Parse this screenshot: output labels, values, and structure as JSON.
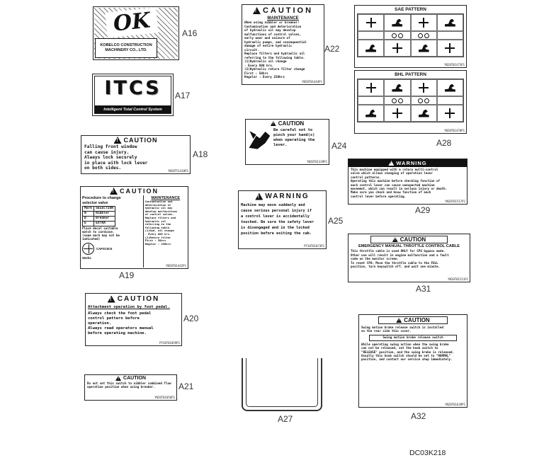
{
  "page": {
    "doc_number": "DC03K218"
  },
  "a16": {
    "ref": "A16",
    "logo": "OK",
    "company": "KOBELCO CONSTRUCTION\nMACHINERY CO., LTD."
  },
  "a17": {
    "ref": "A17",
    "logo": "ITCS",
    "subtitle": "Intelligent Total Control System"
  },
  "a18": {
    "ref": "A18",
    "header": "CAUTION",
    "body": "Falling front window\ncan cause injury.\nAlways lock securely\nin place with lock lever\non both sides.",
    "part_no": "YN20T51418P1"
  },
  "a19": {
    "ref": "A19",
    "header": "CAUTION",
    "left_title": "Procedure to change\nselector valve",
    "table": {
      "col_mark": "Mark",
      "col_selection": "SELECTION",
      "rows": [
        [
          "N",
          "Nibbler"
        ],
        [
          "B",
          "Breaker"
        ],
        [
          "E",
          "EXTRA"
        ]
      ]
    },
    "note": "Place decal suitable\nmatch to cardcase.\n(some mark may not be\nindicated)",
    "dial_label": "CAPSC6C6",
    "works_label": "Works",
    "right_title": "MAINTENANCE",
    "right_text": "Contamination and\ndeterioration of\nhydraulic oil may\ndevelop malfunctions\nof control valves.\nReplace filters and\nhydraulic oil\nreferring to the\nfollowing table.\n(1)Hyd. oil change\n· Every 600 hrs.\n(2)Return filter\nFirst : 50hrs\nRegular : 250hrs",
    "part_no": "YN20T01442P1"
  },
  "a20": {
    "ref": "A20",
    "header": "CAUTION",
    "title": "Attachment operation by foot pedal.",
    "body": "Always check the foot pedal\ncontrol pattern before\noperation.\nAlways read operators manual\nbefore operating machine.",
    "part_no": "PY20T01059P1"
  },
  "a21": {
    "ref": "A21",
    "header": "CAUTION",
    "body": "Do not set this switch to nibbler combined flow\noperation position when using breaker.",
    "part_no": "YN20T01056P1"
  },
  "a22": {
    "ref": "A22",
    "header": "CAUTION",
    "subtitle": "MAINTENANCE",
    "body": "When using nibbler or breaker!\nContamination and deterioration\nof hydraulic oil may develop\nmalfunctions of control valves,\nearly wear and seizure of\nhydraulic pumps, and consequential\ndamage of entire hydraulic\ncircuit.\nReplace filters and hydraulic oil\nreferring to the following table.\n(1)Hydraulic oil change\n· Every 600 hrs.\n(2)Hydraulic return filter change\nFirst : 50hrs\nRegular : Every 250hrs",
    "part_no": "YN20T01444P1"
  },
  "a24": {
    "ref": "A24",
    "header": "CAUTION",
    "body": "Be careful not to\npinch your hand(s)\nwhen operating the\nlever.",
    "part_no": "YN20T01339P1"
  },
  "a25": {
    "ref": "A25",
    "header": "WARNING",
    "body": "Machine may move suddenly and\ncause serious personal injury if\na control lever is accidentally\ntouched. Be sure the safety lever\nis disengaged and in the locked\nposition before exiting the cab.",
    "part_no": "PY20T01073P1"
  },
  "a27": {
    "ref": "A27"
  },
  "a28": {
    "ref": "A28",
    "sae_title": "SAE PATTERN",
    "bhl_title": "BHL PATTERN",
    "sae_part_no": "YN20T01473P1",
    "bhl_part_no": "YN20T01478P1",
    "cell_icons": [
      "joystick-arrows",
      "arm-icon",
      "joystick-arrows",
      "bucket-icon",
      "selector-dots",
      "selector-dots",
      "arm-icon",
      "joystick-arrows",
      "bucket-icon",
      "joystick-arrows"
    ]
  },
  "a29": {
    "ref": "A29",
    "header": "WARNING",
    "body": "This machine equipped with a rotary multi-control\nvalve which allows changing of operation lever\ncontrol patterns.\nOperating this machine before checking function of\neach control lever can cause unexpected machine\nmovement, which can result in serious injury or death.\nMake sure you check and know function of each\ncontrol lever before operating.",
    "part_no": "YN20T01517P1"
  },
  "a31": {
    "ref": "A31",
    "header": "CAUTION",
    "title": "EMERGENCY MANUAL THROTTLE CONTROL CABLE",
    "body": "This throttle cable is used ONLY for CPU bypass mode.\nOther use will result in engine malfunction and a fault\ncode on the monitor screen.\nTo reset CPU: Move the throttle cable to the FULL\nposition, turn keyswitch off, and wait one minute.",
    "part_no": "YN20T01511P1"
  },
  "a32": {
    "ref": "A32",
    "header": "CAUTION",
    "intro": "Swing motion brake release switch is installed\non the rear side this cover.",
    "boxed": "Swing motion brake release switch",
    "body": "While operating swing action when the swing brake\ncan not be released, set the knob switch to\n\"RELEASE\" position, and the swing brake is released.\nUsually this knob switch should be set to \"NORMAL\"\nposition, and contact our service shop immediately.",
    "part_no": "YN20T01639P1"
  }
}
